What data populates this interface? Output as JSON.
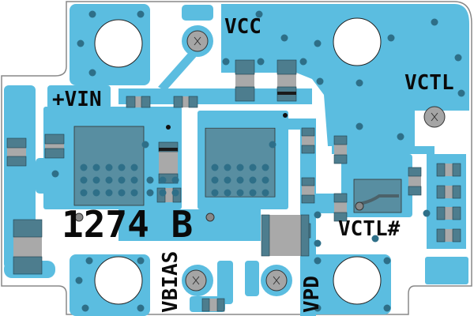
{
  "board": {
    "title": "1274 B",
    "labels": {
      "vcc": "VCC",
      "vin": "+VIN",
      "vctl": "VCTL",
      "vctl_n": "VCTL#",
      "vbias": "VBIAS",
      "vpd": "VPD",
      "part": "1274 B"
    },
    "colors": {
      "copper": "#5bbde0",
      "pad": "#2f6f86",
      "component": "#a9a9a9",
      "outline": "#888888"
    }
  }
}
